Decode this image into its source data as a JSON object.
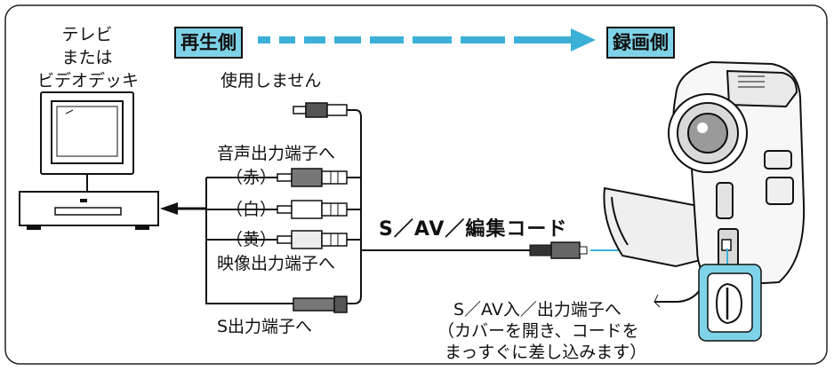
{
  "device": {
    "line1": "テレビ",
    "line2": "または",
    "line3": "ビデオデッキ"
  },
  "playback_label": "再生側",
  "recording_label": "録画側",
  "not_used": "使用しません",
  "audio_out": "音声出力端子へ",
  "red": "（赤）",
  "white": "（白）",
  "yellow": "（黄）",
  "video_out": "映像出力端子へ",
  "s_out": "S出力端子へ",
  "cable_name": "S／AV／編集コード",
  "jack": {
    "line1": "S／AV入／出力端子へ",
    "line2": "（カバーを開き、コードを",
    "line3": "まっすぐに差し込みます）"
  },
  "colors": {
    "accent": "#3db0d8",
    "label_fill": "#7fd3e8",
    "red_plug": "#777777",
    "white_plug": "#ffffff",
    "yellow_plug": "#ededed"
  }
}
